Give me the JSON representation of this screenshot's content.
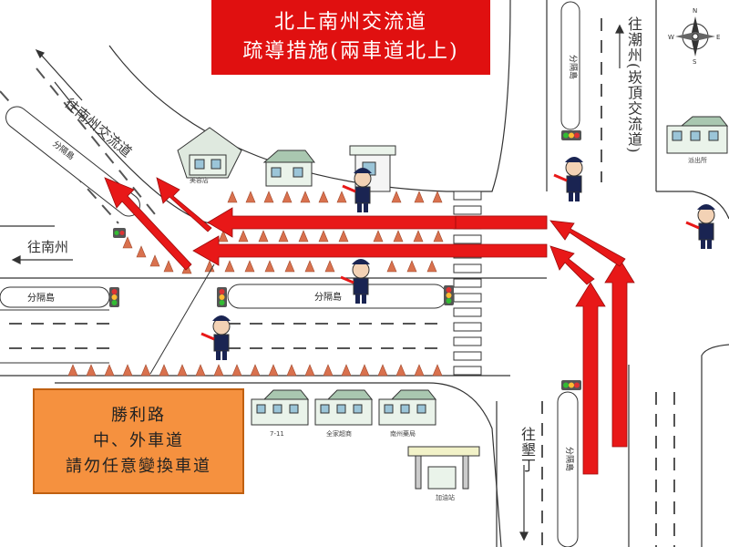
{
  "title": {
    "line1": "北上南州交流道",
    "line2": "疏導措施(兩車道北上)"
  },
  "note": {
    "line1": "勝利路",
    "line2": "中、外車道",
    "line3": "請勿任意變換車道"
  },
  "directions": {
    "to_nanzhou_interchange": "往南州交流道",
    "to_nanzhou": "往南州",
    "to_chaozhou": "往潮州(崁頂交流道)",
    "to_kenting": "往墾丁"
  },
  "islands": {
    "label": "分隔島"
  },
  "buildings": {
    "b1": "美容店",
    "b2": "7-11",
    "b3": "全家超商",
    "b4": "南州藥局",
    "b5": "加油站",
    "b6": "派出所"
  },
  "compass": {
    "n": "N",
    "s": "S",
    "e": "E",
    "w": "W"
  },
  "colors": {
    "arrow": "#e81818",
    "title_bg": "#e01010",
    "note_bg": "#f5913f",
    "cone": "#d9714e"
  }
}
